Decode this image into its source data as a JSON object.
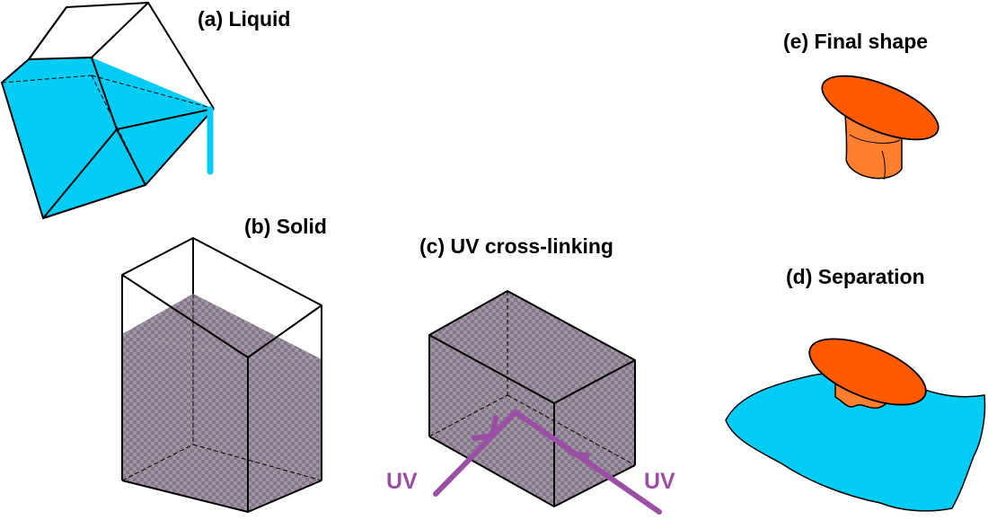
{
  "panels": {
    "a": {
      "label": "(a) Liquid"
    },
    "b": {
      "label": "(b) Solid"
    },
    "c": {
      "label": "(c) UV cross-linking",
      "uv_left": "UV",
      "uv_right": "UV"
    },
    "d": {
      "label": "(d) Separation"
    },
    "e": {
      "label": "(e) Final shape"
    }
  },
  "colors": {
    "liquid": "#00ccf5",
    "solid_light": "#9a9a9a",
    "solid_dark": "#8a7292",
    "uv": "#9a4fa4",
    "cap": "#ff5a00",
    "stem": "#ff7f2f",
    "outline": "#000000"
  }
}
